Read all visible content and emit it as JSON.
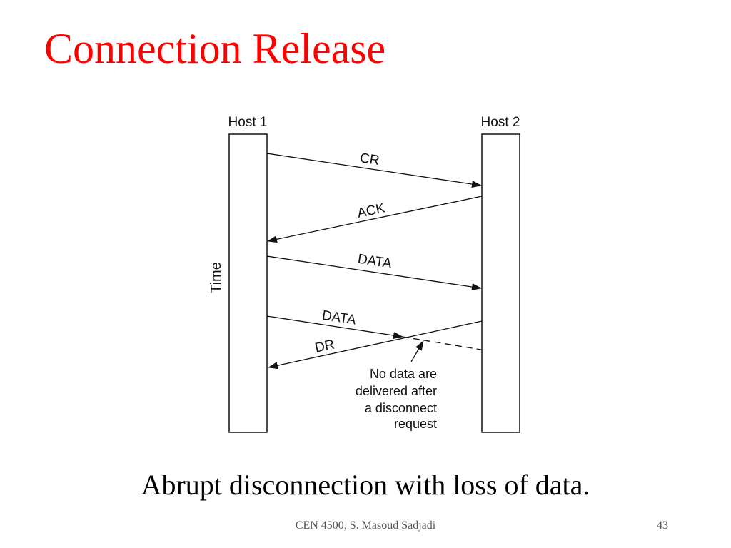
{
  "slide": {
    "title": "Connection Release",
    "title_color": "#ff0000",
    "caption": "Abrupt disconnection with loss of data.",
    "footer": "CEN 4500, S. Masoud Sadjadi",
    "page_number": "43"
  },
  "diagram": {
    "host1_label": "Host 1",
    "host2_label": "Host 2",
    "time_label": "Time",
    "messages": [
      {
        "label": "CR",
        "from": "Host 1",
        "to": "Host 2"
      },
      {
        "label": "ACK",
        "from": "Host 2",
        "to": "Host 1"
      },
      {
        "label": "DATA",
        "from": "Host 1",
        "to": "Host 2"
      },
      {
        "label": "DATA",
        "from": "Host 1",
        "to": "Host 2",
        "delivered": false
      },
      {
        "label": "DR",
        "from": "Host 2",
        "to": "Host 1"
      }
    ],
    "note_lines": [
      "No data are",
      "delivered after",
      "a disconnect",
      "request"
    ]
  }
}
